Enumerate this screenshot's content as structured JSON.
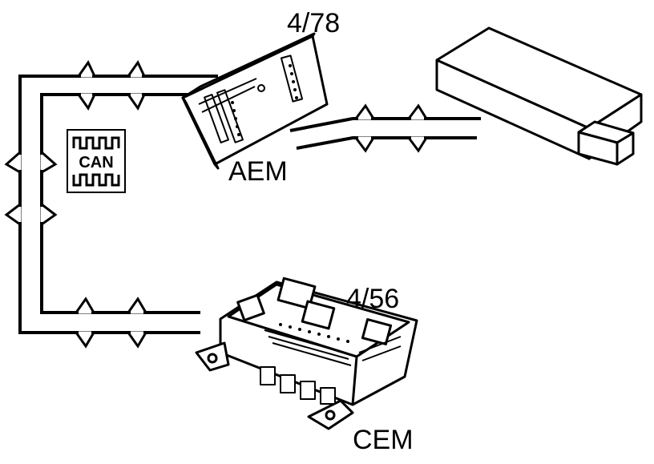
{
  "labels": {
    "aem_ref": "4/78",
    "aem": "AEM",
    "cem_ref": "4/56",
    "cem": "CEM",
    "can": "CAN"
  },
  "colors": {
    "ink": "#000000",
    "paper": "#ffffff",
    "shade": "#dddddd"
  },
  "icons": [
    "can-bus-icon",
    "signal-arrow-icon",
    "aem-module-icon",
    "cem-module-icon",
    "external-unit-icon"
  ]
}
